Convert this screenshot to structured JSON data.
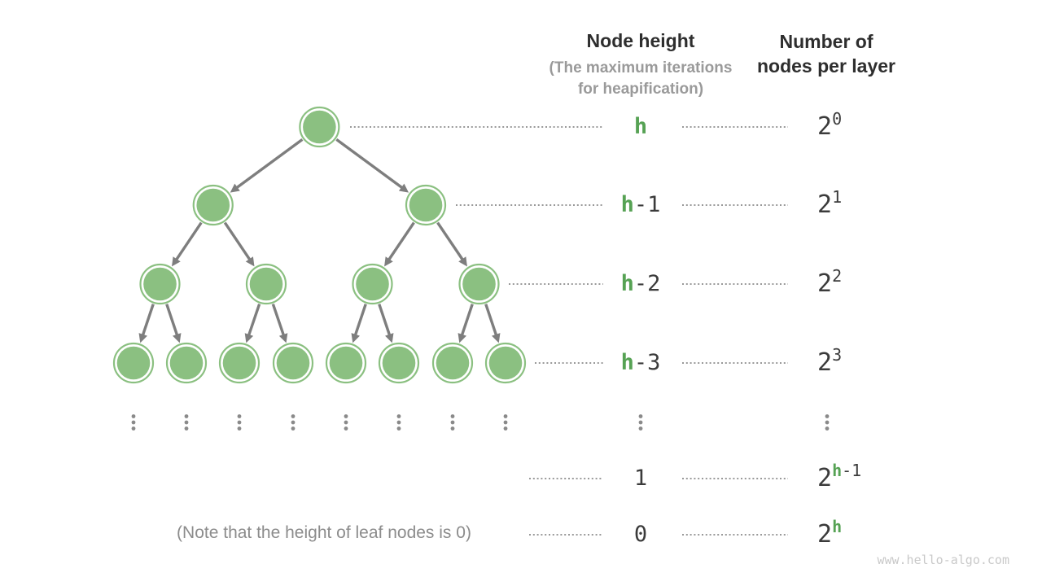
{
  "headers": {
    "node_height": {
      "title": "Node height",
      "subtitle_lines": [
        "(The maximum iterations",
        "for heapification)"
      ]
    },
    "nodes_per_layer": {
      "title_lines": [
        "Number of",
        "nodes per layer"
      ]
    }
  },
  "rows": [
    {
      "height": [
        {
          "t": "h",
          "c": "green"
        }
      ],
      "count": {
        "base": "2",
        "exp": [
          {
            "t": "0",
            "c": "dark"
          }
        ]
      }
    },
    {
      "height": [
        {
          "t": "h",
          "c": "green"
        },
        {
          "t": "-1",
          "c": "dark"
        }
      ],
      "count": {
        "base": "2",
        "exp": [
          {
            "t": "1",
            "c": "dark"
          }
        ]
      }
    },
    {
      "height": [
        {
          "t": "h",
          "c": "green"
        },
        {
          "t": "-2",
          "c": "dark"
        }
      ],
      "count": {
        "base": "2",
        "exp": [
          {
            "t": "2",
            "c": "dark"
          }
        ]
      }
    },
    {
      "height": [
        {
          "t": "h",
          "c": "green"
        },
        {
          "t": "-3",
          "c": "dark"
        }
      ],
      "count": {
        "base": "2",
        "exp": [
          {
            "t": "3",
            "c": "dark"
          }
        ]
      }
    },
    {
      "ellipsis": true
    },
    {
      "height": [
        {
          "t": "1",
          "c": "dark"
        }
      ],
      "count": {
        "base": "2",
        "exp": [
          {
            "t": "h",
            "c": "green"
          },
          {
            "t": "-1",
            "c": "dark"
          }
        ]
      }
    },
    {
      "height": [
        {
          "t": "0",
          "c": "dark"
        }
      ],
      "count": {
        "base": "2",
        "exp": [
          {
            "t": "h",
            "c": "green"
          }
        ]
      }
    }
  ],
  "note": "(Note that the height of leaf nodes is 0)",
  "watermark": "www.hello-algo.com",
  "tree": {
    "type": "complete-binary-tree",
    "level_node_counts": [
      1,
      2,
      4,
      8
    ],
    "has_continuation_dots": true,
    "continuation_columns": 8
  },
  "colors": {
    "node_green": "#8BC081",
    "accent_green_text": "#56A254",
    "dark_text": "#2E2E2E",
    "dark_mono_text": "#3B3B3B",
    "gray_text": "#9A9A9A",
    "arrow_gray": "#7E7E7E",
    "dotted_line_gray": "#999999",
    "ellipsis_dot_gray": "#8A8A8A",
    "note_gray": "#8C8C8C",
    "watermark_gray": "#C9C9C9"
  }
}
